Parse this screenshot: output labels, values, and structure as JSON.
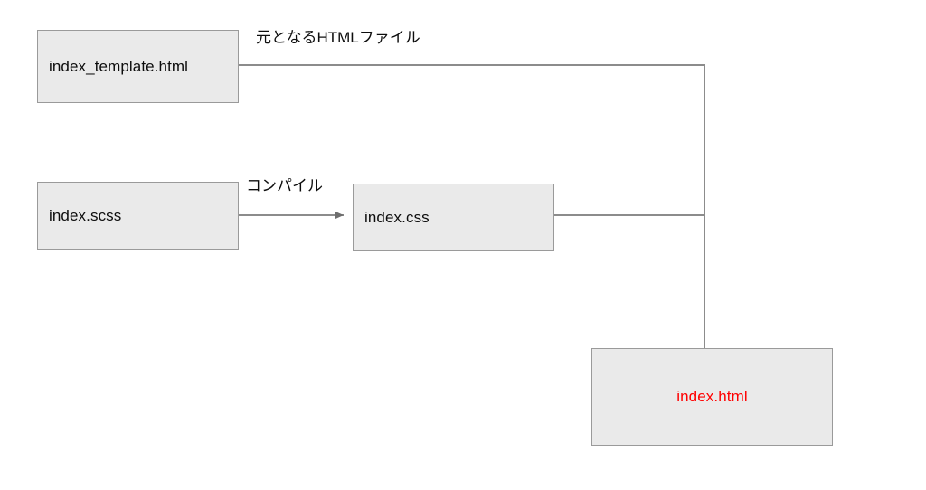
{
  "diagram": {
    "title_text": "",
    "background_color": "#ffffff",
    "node_fill_color": "#eaeaea",
    "node_border_color": "#9a9a9a",
    "connector_color": "#8c8c8c",
    "accent_color": "#ff0000",
    "default_text_color": "#0d0d0d",
    "nodes": [
      {
        "id": "index-template",
        "label": "index_template.html",
        "text_align": "left",
        "text_color": "#0d0d0d"
      },
      {
        "id": "index-scss",
        "label": "index.scss",
        "text_align": "left",
        "text_color": "#0d0d0d"
      },
      {
        "id": "index-css",
        "label": "index.css",
        "text_align": "left",
        "text_color": "#0d0d0d"
      },
      {
        "id": "index-html",
        "label": "index.html",
        "text_align": "center",
        "text_color": "#ff0000"
      }
    ],
    "edge_labels": [
      {
        "id": "source-html",
        "text": "元となるHTMLファイル"
      },
      {
        "id": "compile",
        "text": "コンパイル"
      }
    ],
    "edges": [
      {
        "id": "template-to-html",
        "from": "index-template",
        "to": "index-html",
        "arrowhead": "none"
      },
      {
        "id": "scss-to-css",
        "from": "index-scss",
        "to": "index-css",
        "arrowhead": "triangle"
      },
      {
        "id": "css-to-html",
        "from": "index-css",
        "to": "index-html",
        "arrowhead": "none"
      }
    ]
  }
}
